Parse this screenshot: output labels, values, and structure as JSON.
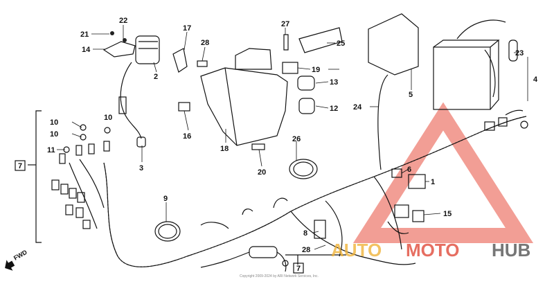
{
  "callouts": [
    {
      "id": "c22",
      "text": "22"
    },
    {
      "id": "c21",
      "text": "21"
    },
    {
      "id": "c14",
      "text": "14"
    },
    {
      "id": "c2",
      "text": "2"
    },
    {
      "id": "c17",
      "text": "17"
    },
    {
      "id": "c28a",
      "text": "28"
    },
    {
      "id": "c27",
      "text": "27"
    },
    {
      "id": "c25",
      "text": "25"
    },
    {
      "id": "c19",
      "text": "19"
    },
    {
      "id": "c13",
      "text": "13"
    },
    {
      "id": "c12",
      "text": "12"
    },
    {
      "id": "c16",
      "text": "16"
    },
    {
      "id": "c18",
      "text": "18"
    },
    {
      "id": "c20",
      "text": "20"
    },
    {
      "id": "c26",
      "text": "26"
    },
    {
      "id": "c3",
      "text": "3"
    },
    {
      "id": "c10a",
      "text": "10"
    },
    {
      "id": "c10b",
      "text": "10"
    },
    {
      "id": "c10c",
      "text": "10"
    },
    {
      "id": "c11",
      "text": "11"
    },
    {
      "id": "c7a",
      "text": "7"
    },
    {
      "id": "c9",
      "text": "9"
    },
    {
      "id": "c5",
      "text": "5"
    },
    {
      "id": "c24",
      "text": "24"
    },
    {
      "id": "c23",
      "text": "23"
    },
    {
      "id": "c4",
      "text": "4"
    },
    {
      "id": "c6",
      "text": "6"
    },
    {
      "id": "c1",
      "text": "1"
    },
    {
      "id": "c15",
      "text": "15"
    },
    {
      "id": "c8",
      "text": "8"
    },
    {
      "id": "c28b",
      "text": "28"
    },
    {
      "id": "c7b",
      "text": "7"
    }
  ],
  "fwd_label": "FWD",
  "watermark": {
    "part1": "AUTO",
    "part2": "MOTO",
    "part3": "HUB",
    "triangle_color": "#e8503f",
    "auto_color": "#f0b33a"
  },
  "copyright": "Copyright 2009-2024 by ARI Network Services, Inc."
}
